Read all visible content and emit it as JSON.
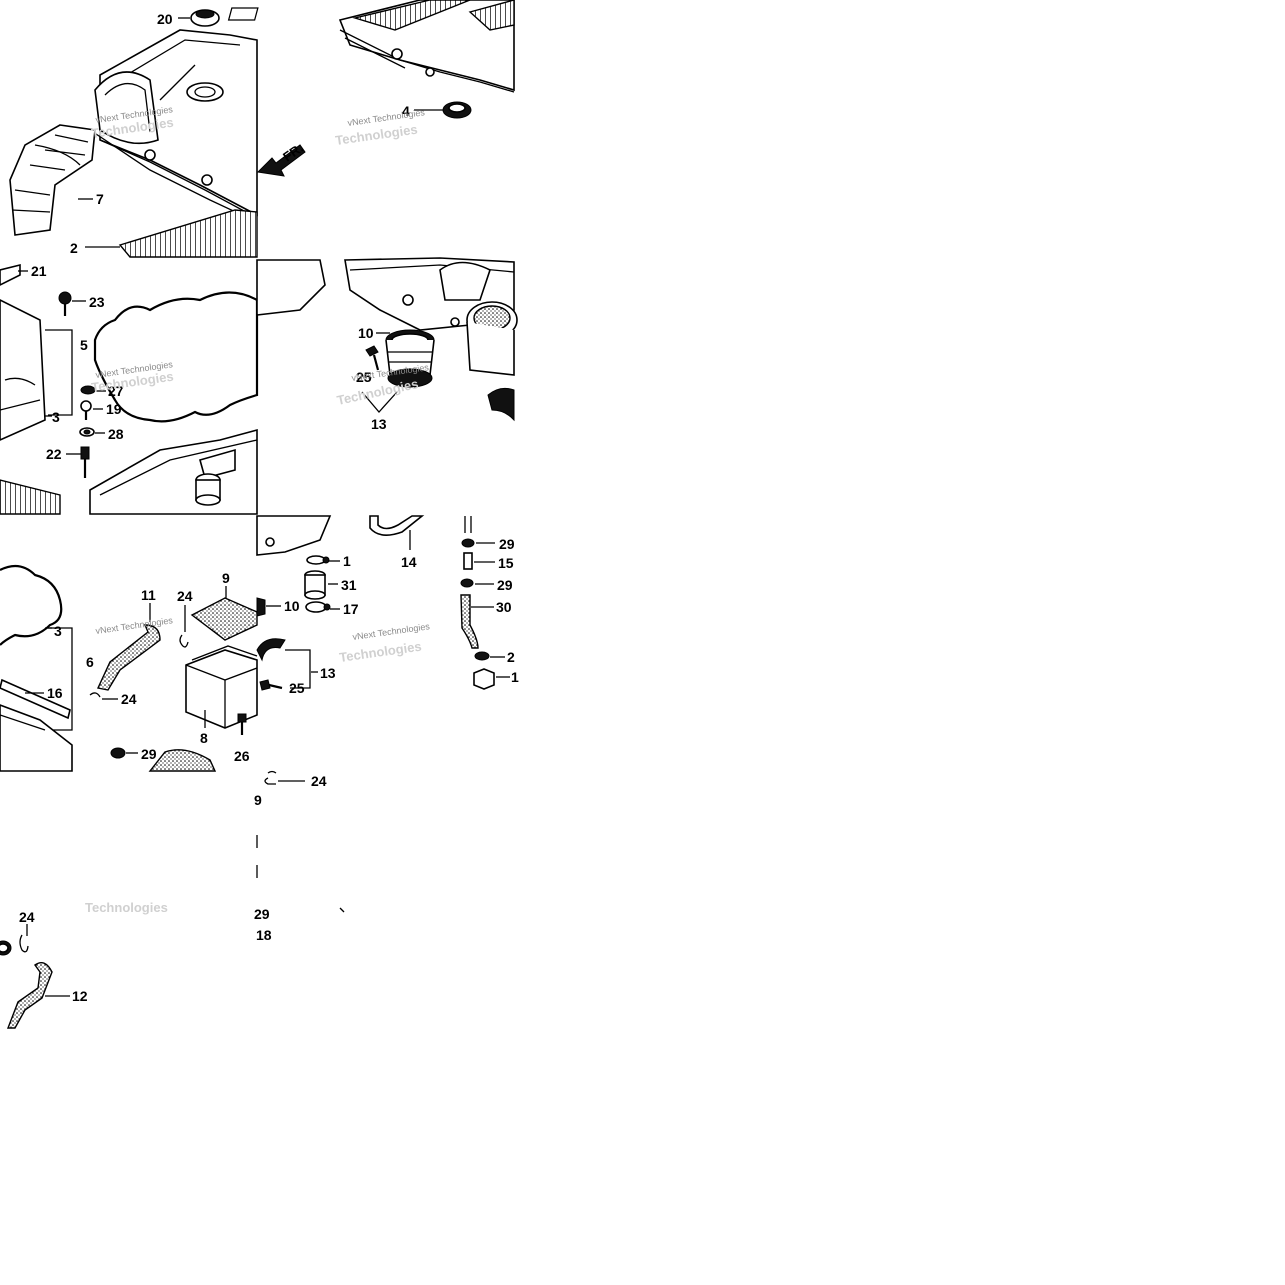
{
  "diagram": {
    "direction_mark": "FR.",
    "watermark": {
      "line1": "vNext Technologies",
      "line2": "Technologies"
    },
    "callouts": {
      "c1": "1",
      "c2": "2",
      "c3a": "3",
      "c3b": "3",
      "c4": "4",
      "c5": "5",
      "c6": "6",
      "c7": "7",
      "c8": "8",
      "c9": "9",
      "c10a": "10",
      "c10b": "10",
      "c11": "11",
      "c12": "12",
      "c13a": "13",
      "c13b": "13",
      "c14": "14",
      "c15": "15",
      "c16": "16",
      "c17": "17",
      "c19": "19",
      "c20": "20",
      "c21": "21",
      "c22": "22",
      "c23": "23",
      "c24a": "24",
      "c24b": "24",
      "c24c": "24",
      "c24d": "24",
      "c25a": "25",
      "c25b": "25",
      "c26": "26",
      "c27": "27",
      "c28": "28",
      "c29a": "29",
      "c29b": "29",
      "c29c": "29",
      "c29d": "2",
      "c29e": "9",
      "c29f": "29",
      "c18": "18",
      "c30": "30",
      "c31": "31",
      "c1b": "1"
    }
  }
}
